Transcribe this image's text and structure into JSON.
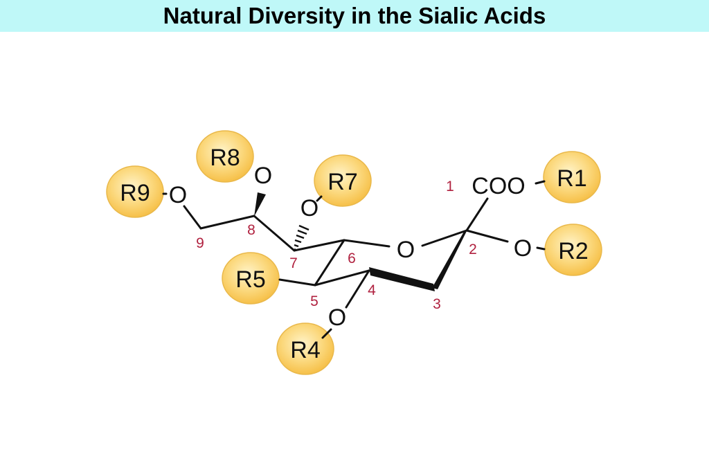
{
  "title": "Natural Diversity in the Sialic Acids",
  "colors": {
    "title_bg": "#bff8f8",
    "ball_center": "#fff3c8",
    "ball_edge": "#f6c049",
    "carbon_number": "#b0213f"
  },
  "atoms": {
    "coo": "COO",
    "o_ring": "O",
    "o2": "O",
    "o4": "O",
    "o7": "O",
    "o8": "O",
    "o9": "O"
  },
  "carbons": {
    "c1": "1",
    "c2": "2",
    "c3": "3",
    "c4": "4",
    "c5": "5",
    "c6": "6",
    "c7": "7",
    "c8": "8",
    "c9": "9"
  },
  "substituents": {
    "r1": "R1",
    "r2": "R2",
    "r4": "R4",
    "r5": "R5",
    "r7": "R7",
    "r8": "R8",
    "r9": "R9"
  }
}
